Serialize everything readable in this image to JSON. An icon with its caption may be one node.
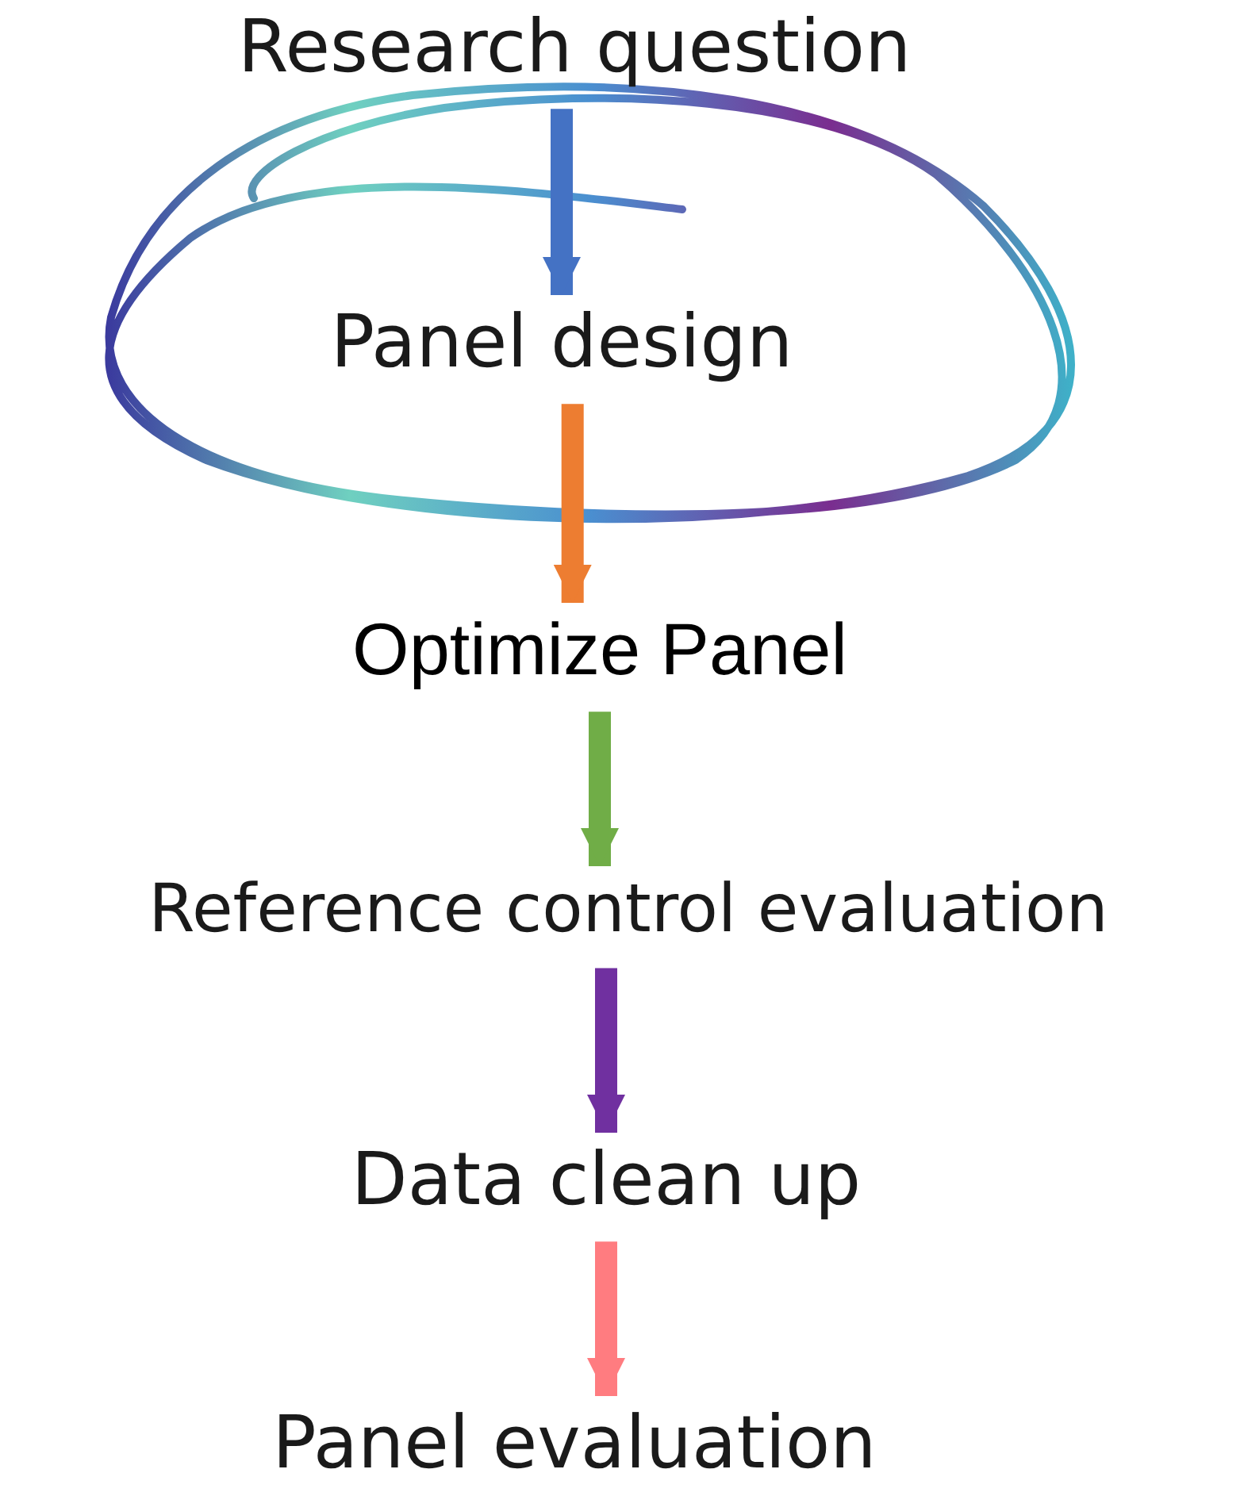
{
  "diagram": {
    "nodes": [
      {
        "text": [
          "Research question"
        ]
      },
      {
        "text": [
          "Panel design"
        ]
      },
      {
        "text": [
          "Optimize Panel"
        ]
      },
      {
        "text": [
          "Reference control evaluation"
        ]
      },
      {
        "text": [
          "Data clean up"
        ]
      },
      {
        "text": [
          "Panel evaluation"
        ]
      }
    ],
    "edges": [
      {
        "from": 0,
        "to": 1,
        "arrow": "to",
        "color": "#4472c4"
      },
      {
        "from": 1,
        "to": 2,
        "arrow": "to",
        "color": "#ed7d31"
      },
      {
        "from": 2,
        "to": 3,
        "arrow": "to",
        "color": "#70ad47"
      },
      {
        "from": 3,
        "to": 4,
        "arrow": "to",
        "color": "#7030a0"
      },
      {
        "from": 4,
        "to": 5,
        "arrow": "to",
        "color": "#ff7c80"
      }
    ]
  }
}
